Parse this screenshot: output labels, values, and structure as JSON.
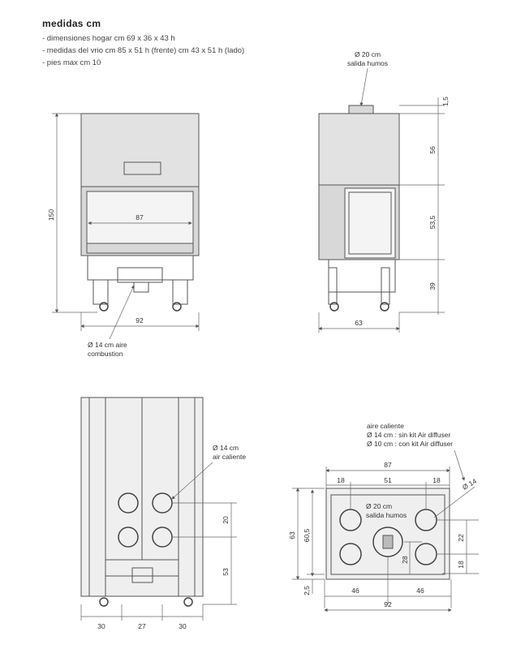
{
  "title": "medidas cm",
  "specs": [
    "- dimensiones hogar cm 69 x 36 x 43 h",
    "- medidas del vrio cm 85 x 51 h (frente) cm 43 x 51 h (lado)",
    "- pies max cm 10"
  ],
  "front_view": {
    "height": "150",
    "glass_width": "87",
    "width": "92",
    "note_line1": "Ø 14 cm aire",
    "note_line2": "combustion"
  },
  "side_view": {
    "flue_line1": "Ø 20 cm",
    "flue_line2": "salida humos",
    "d1": "1,5",
    "d2": "56",
    "d3": "53,5",
    "d4": "39",
    "width": "63"
  },
  "rear_view": {
    "note_line1": "Ø 14 cm",
    "note_line2": "air caliente",
    "d_vert1": "20",
    "d_vert2": "53",
    "b1": "30",
    "b2": "27",
    "b3": "30"
  },
  "plan_view": {
    "note_line1": "aire caliente",
    "note_line2": "Ø 14 cm : sin kit Air diffuser",
    "note_line3": "Ø 10 cm : con kit Air diffuser",
    "top_width": "87",
    "left": "18",
    "middle": "51",
    "right": "18",
    "diam": "Ø 14",
    "flue_line1": "Ø 20 cm",
    "flue_line2": "salida humos",
    "depth": "63",
    "inner_depth": "60,5",
    "offset": "2,5",
    "half_left": "46",
    "half_right": "46",
    "width": "92",
    "d22": "22",
    "d18": "18",
    "d28": "28"
  }
}
